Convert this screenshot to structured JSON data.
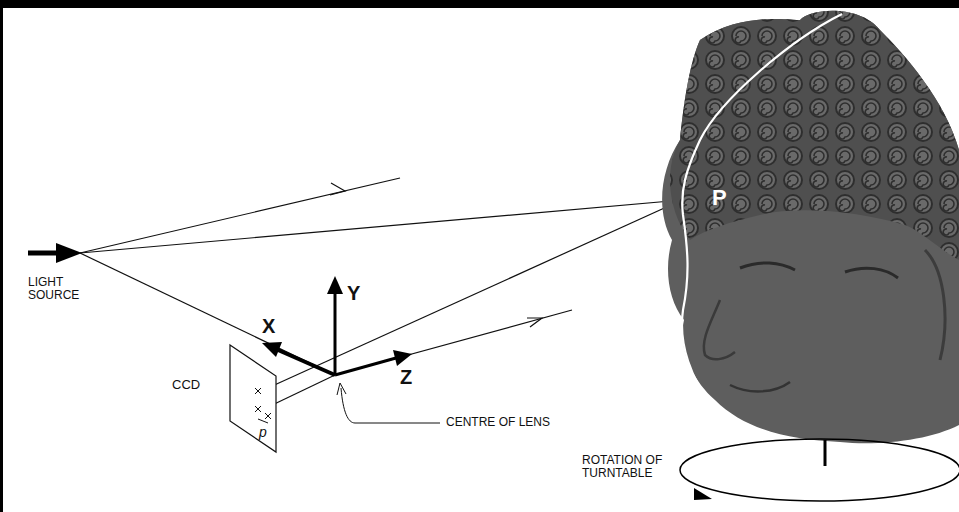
{
  "diagram": {
    "labels": [
      "LIGHT SOURCE",
      "X",
      "Y",
      "Z",
      "CCD",
      "p",
      "CENTRE OF LENS",
      "P",
      "ROTATION OF TURNTABLE"
    ]
  }
}
